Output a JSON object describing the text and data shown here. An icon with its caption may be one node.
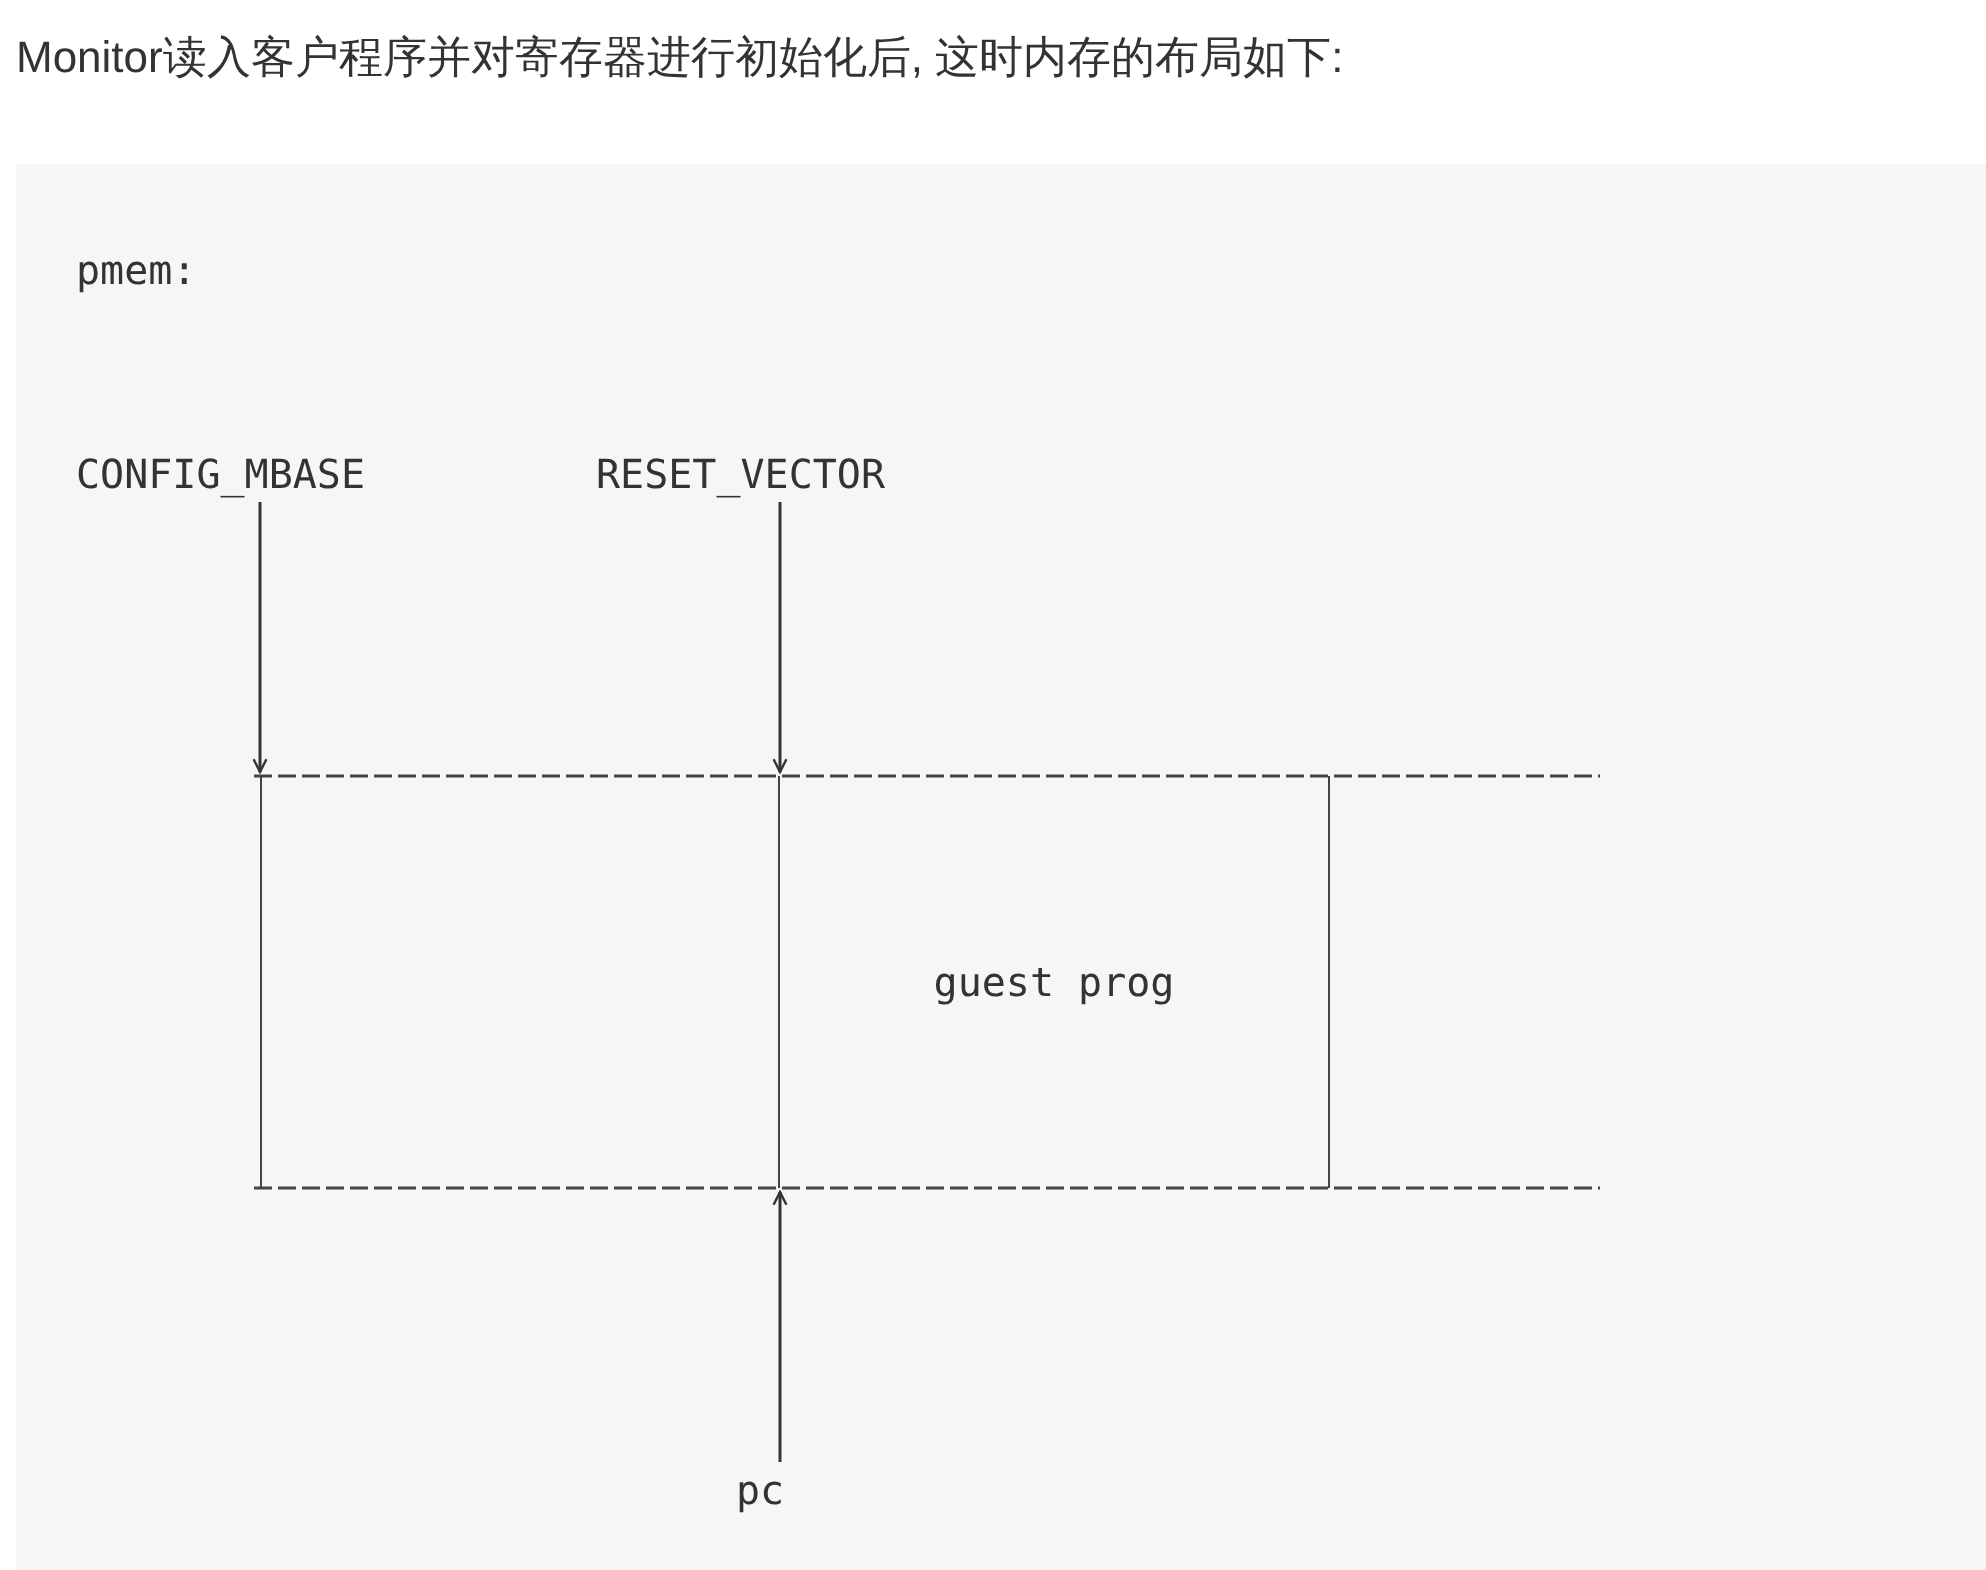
{
  "diagram": {
    "title": "Monitor读入客户程序并对寄存器进行初始化后, 这时内存的布局如下:",
    "nodes": [
      {
        "text": [
          "CONFIG_MBASE"
        ]
      },
      {
        "text": [
          "RESET_VECTOR"
        ]
      },
      {
        "text": [],
        "shape": "box"
      },
      {
        "text": [
          "guest prog"
        ]
      },
      {
        "text": [
          "pc"
        ]
      }
    ],
    "edges": [
      {
        "from": 0,
        "to": 2,
        "arrow": "to"
      },
      {
        "from": 1,
        "to": 3,
        "arrow": "to"
      },
      {
        "from": 4,
        "to": 3,
        "arrow": "to"
      }
    ],
    "labels": [
      "pmem:"
    ]
  }
}
